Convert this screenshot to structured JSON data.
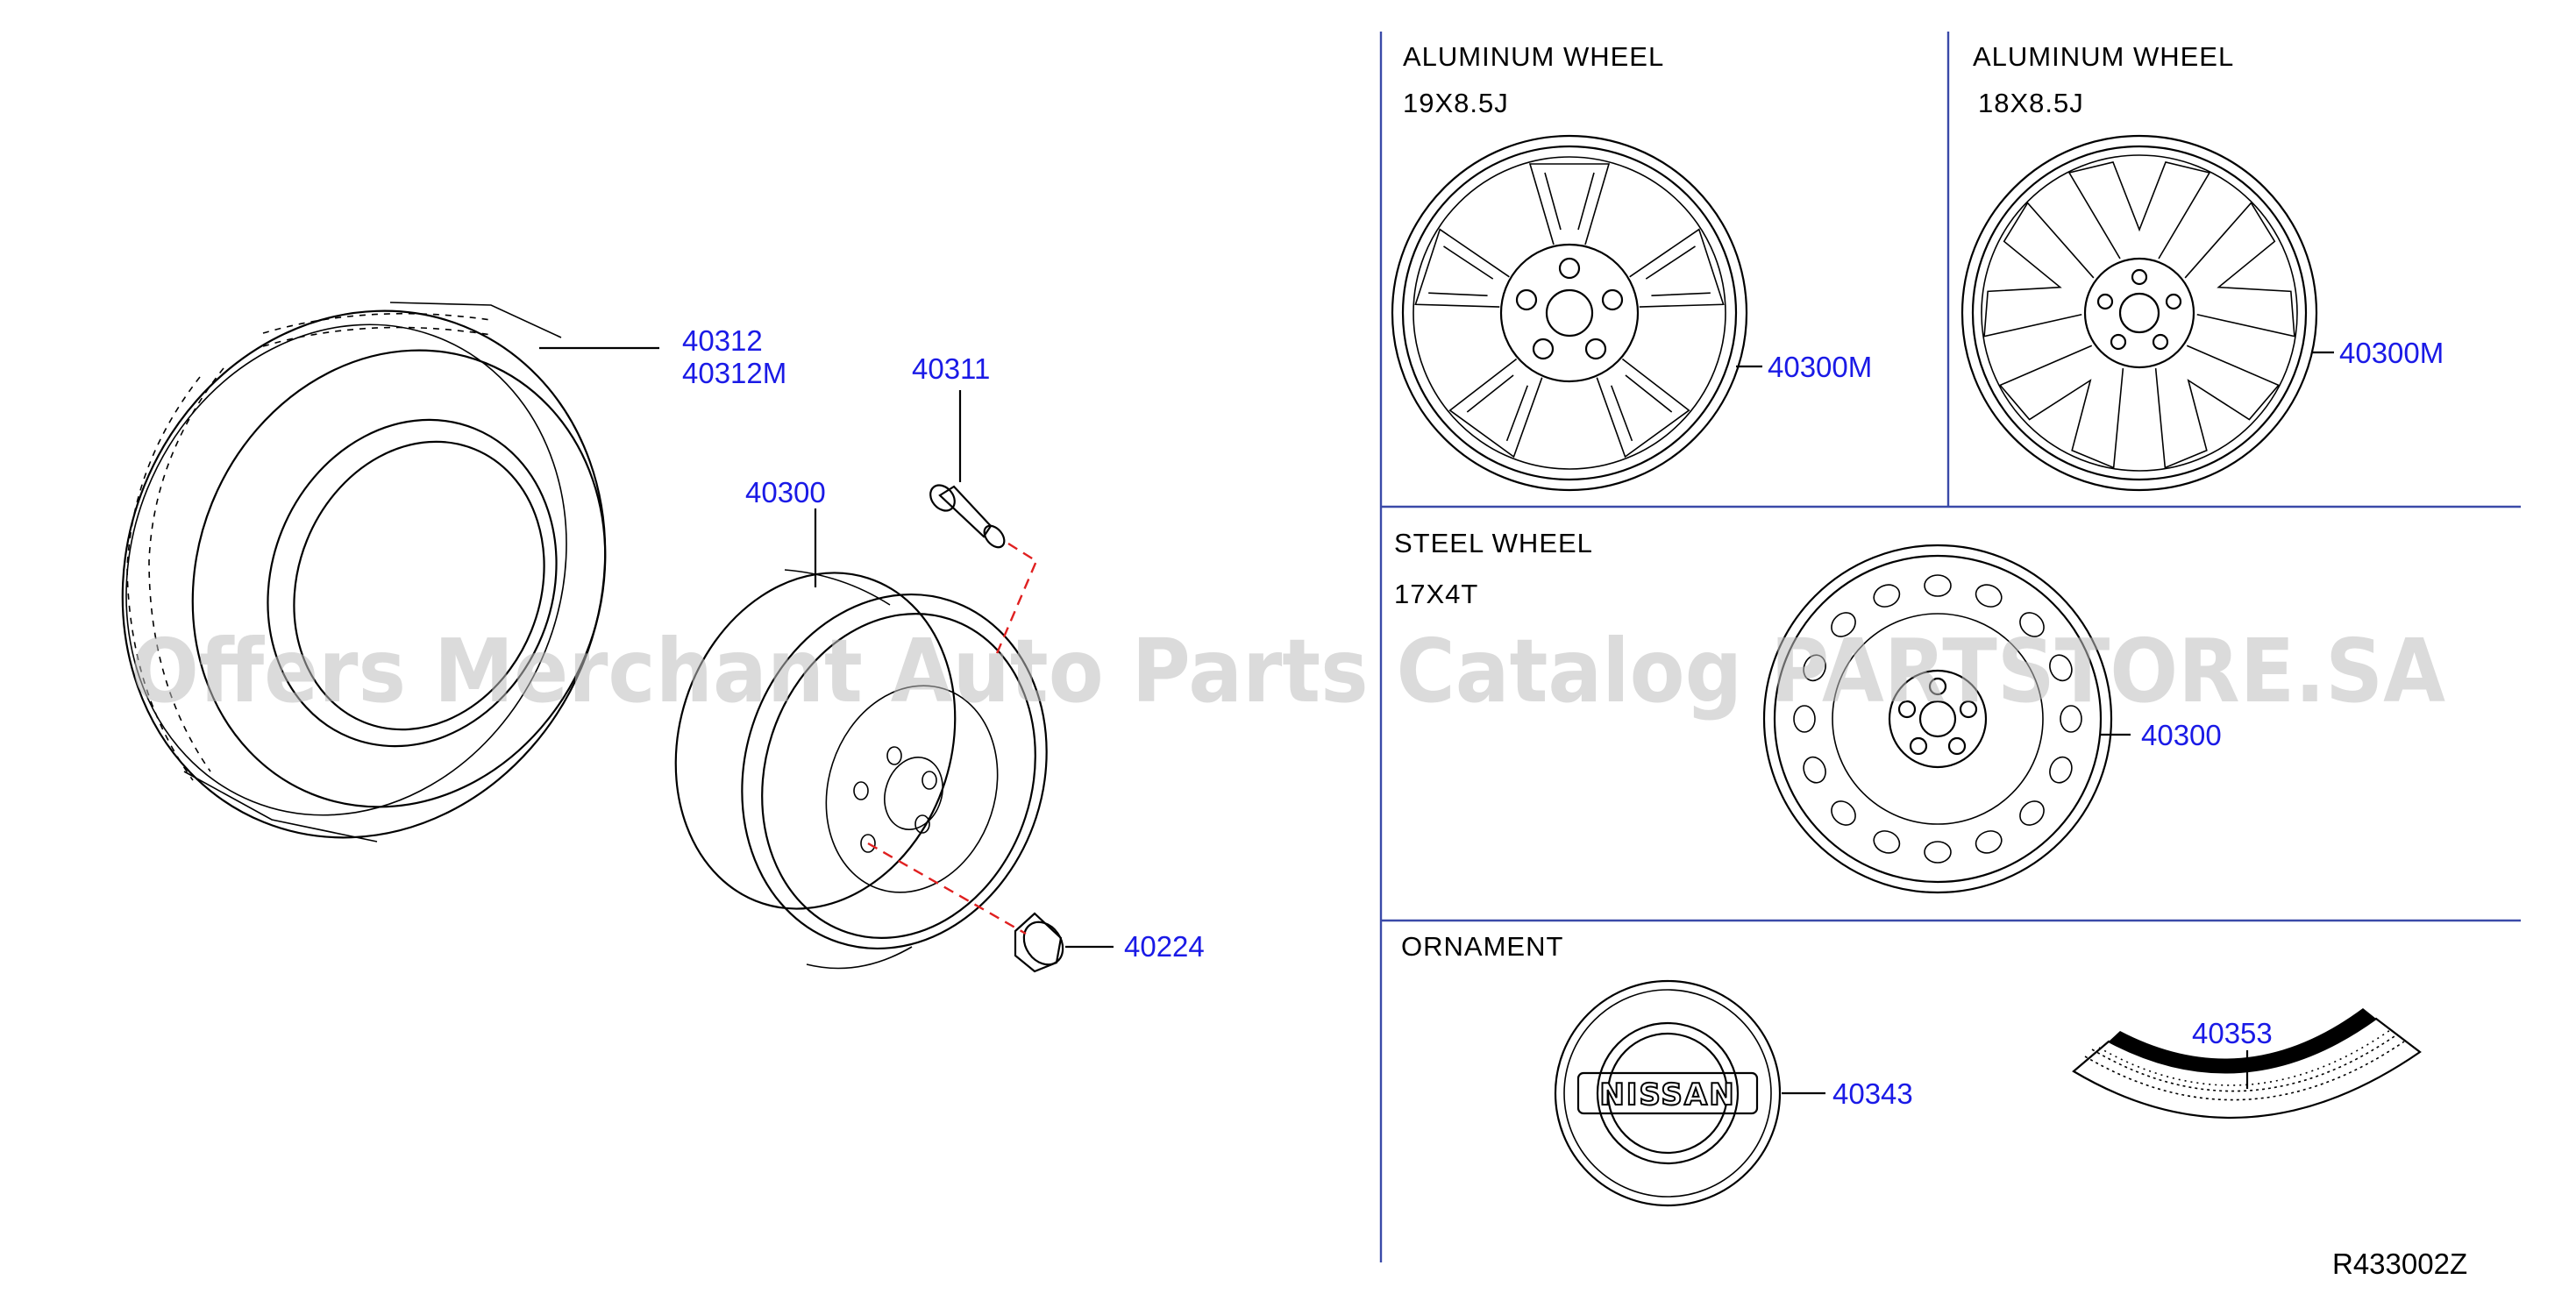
{
  "sections": {
    "alum1": {
      "title": "ALUMINUM   WHEEL",
      "size": "19X8.5J"
    },
    "alum2": {
      "title": "ALUMINUM   WHEEL",
      "size": "18X8.5J"
    },
    "steel": {
      "title": "STEEL   WHEEL",
      "size": "17X4T"
    },
    "ornament": {
      "title": "ORNAMENT"
    }
  },
  "parts": {
    "tire_a": "40312",
    "tire_b": "40312M",
    "valve": "40311",
    "spare_wheel": "40300",
    "nut": "40224",
    "alum1_part": "40300M",
    "alum2_part": "40300M",
    "steel_part": "40300",
    "emblem": "40343",
    "label": "40353"
  },
  "emblem_text": "NISSAN",
  "diagram_ref": "R433002Z",
  "watermark": "Offers Merchant Auto Parts Catalog PARTSTORE.SA",
  "colors": {
    "part_number": "#1a1ae6",
    "leader_dash": "#e02020",
    "frame": "#3a4aa8"
  }
}
